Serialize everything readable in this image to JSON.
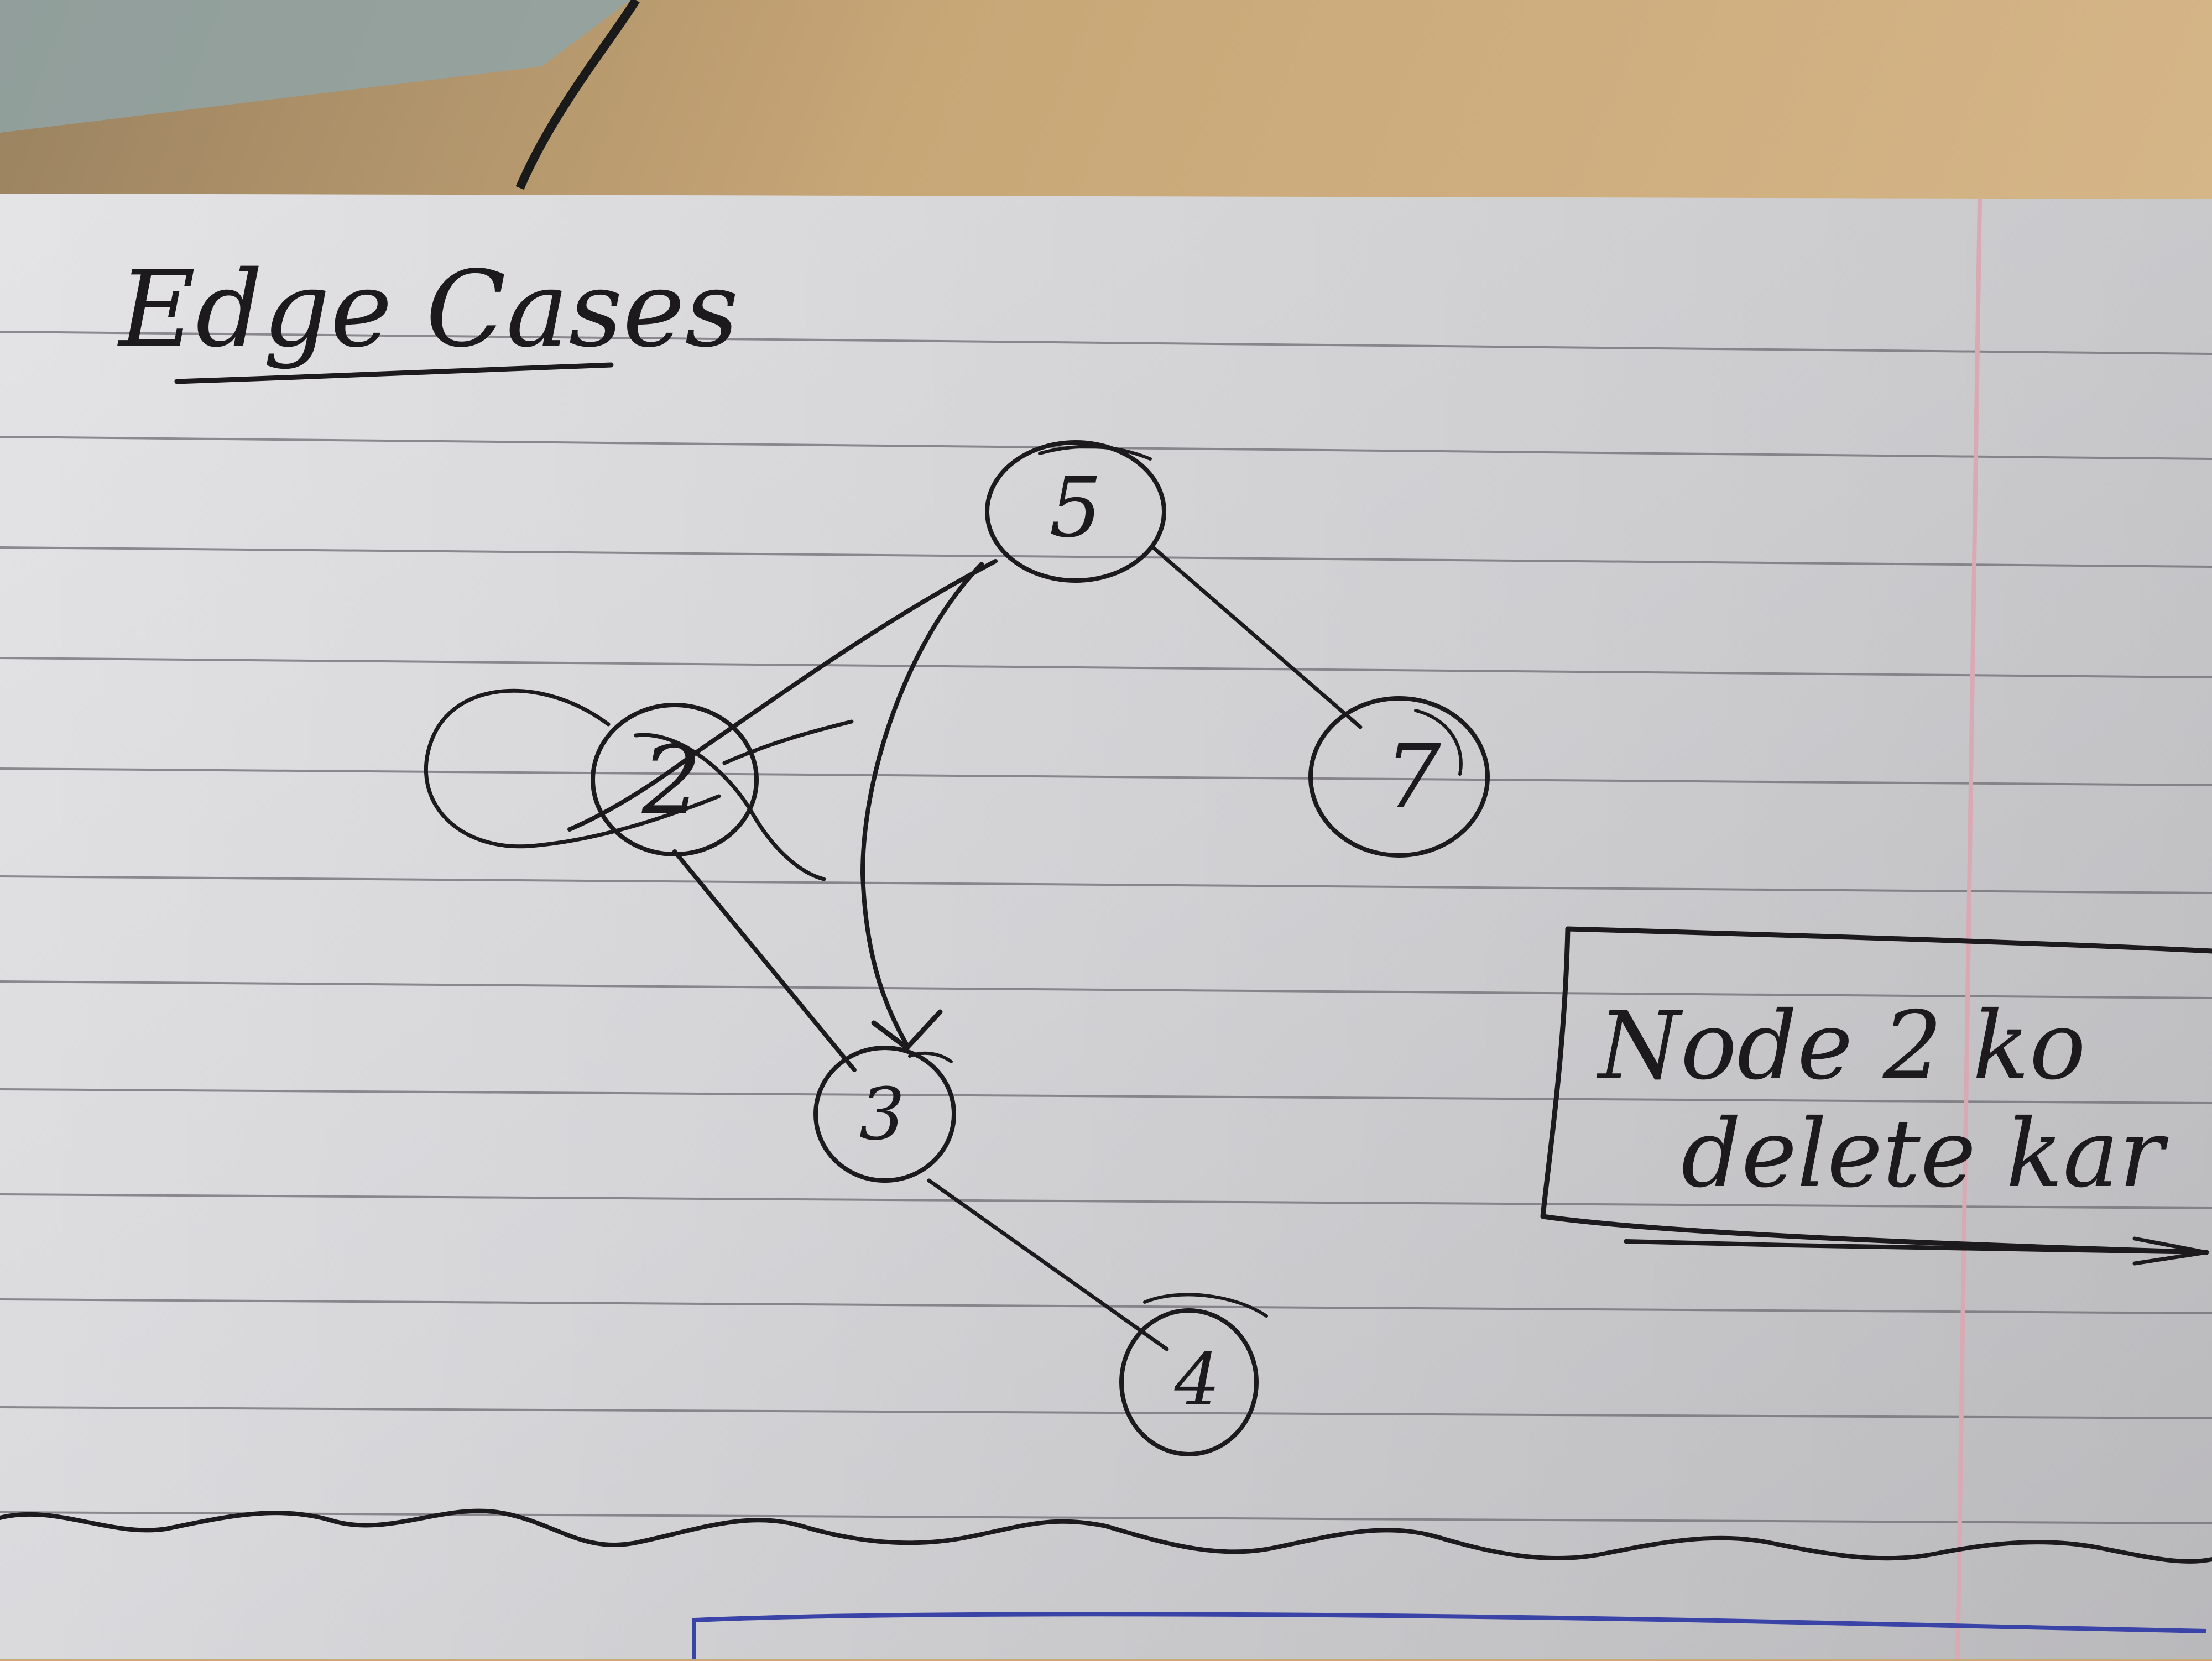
{
  "heading": "Edge Cases",
  "tree": {
    "nodes": [
      {
        "id": "n5",
        "label": "5"
      },
      {
        "id": "n2",
        "label": "2"
      },
      {
        "id": "n7",
        "label": "7"
      },
      {
        "id": "n3",
        "label": "3"
      },
      {
        "id": "n4",
        "label": "4"
      }
    ],
    "edges": [
      {
        "from": "5",
        "to": "2"
      },
      {
        "from": "5",
        "to": "7"
      },
      {
        "from": "2",
        "to": "3"
      },
      {
        "from": "3",
        "to": "4"
      },
      {
        "from": "5",
        "to": "3",
        "style": "arrow"
      }
    ],
    "crossed_out_node": "2"
  },
  "note": {
    "line1": "Node 2 ko",
    "line2": "delete kar"
  },
  "colors": {
    "paper": "#dcdcde",
    "ruled_line": "#6f6d72",
    "margin_line": "#d9a9b4",
    "ink": "#1c1a1c",
    "desk": "#c9a97a",
    "blue_box": "#3a43a8"
  }
}
